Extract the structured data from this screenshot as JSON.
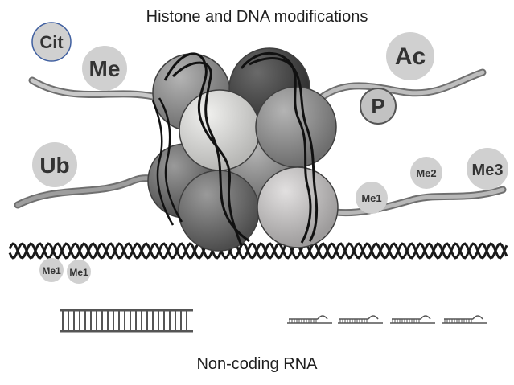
{
  "title": "Histone and DNA modifications",
  "footer": "Non-coding RNA",
  "marks": {
    "cit": "Cit",
    "me_left": "Me",
    "ub": "Ub",
    "ac": "Ac",
    "p": "P",
    "me1_tail": "Me1",
    "me2_tail": "Me2",
    "me3_tail": "Me3",
    "me1_dna_a": "Me1",
    "me1_dna_b": "Me1"
  },
  "colors": {
    "histone_dark": "#5d5d5d",
    "histone_mid": "#858585",
    "histone_light": "#d2d2d0",
    "mark_fill": "#d0d0d0",
    "dna": "#1a1a1a",
    "tail": "#8e8e8e"
  }
}
